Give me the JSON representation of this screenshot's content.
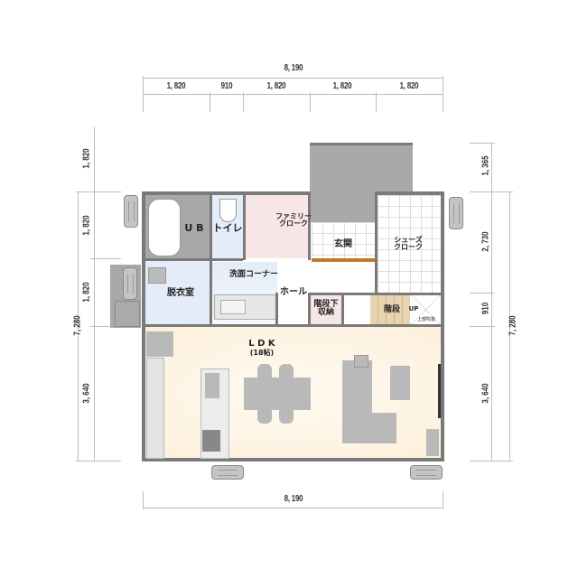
{
  "plan": {
    "dimensions": {
      "top_total": "8, 190",
      "top_segments": [
        "1, 820",
        "910",
        "1, 820",
        "1, 820",
        "1, 820"
      ],
      "bottom_total": "8, 190",
      "left_total": "7, 280",
      "left_segments": [
        "1, 820",
        "1, 820",
        "1, 820",
        "3, 640"
      ],
      "right_total": "7, 280",
      "right_segments": [
        "1, 365",
        "2, 730",
        "910",
        "3, 640"
      ]
    },
    "rooms": {
      "ub": "U B",
      "toilet": "トイレ",
      "family_closet_line1": "ファミリー",
      "family_closet_line2": "クローク",
      "entrance": "玄関",
      "shoe_closet_line1": "シューズ",
      "shoe_closet_line2": "クローク",
      "dressing": "脱衣室",
      "washroom": "洗面コーナー",
      "hall": "ホール",
      "under_stair_line1": "階段下",
      "under_stair_line2": "収納",
      "stairs": "階段",
      "stairs_up": "UP",
      "upper_void": "上部吹抜",
      "ldk": "L D K",
      "ldk_size": "(18帖)"
    },
    "colors": {
      "wall": "#7a7a7a",
      "ldk_floor": "#fdf5e6",
      "bath_floor": "#e3ecf8",
      "closet_floor": "#f8e6e6",
      "stairs_floor": "#e8d3b0",
      "porch": "#a8a8a8",
      "furniture": "#b9b9b9",
      "step_edge": "#c17a2a"
    }
  }
}
